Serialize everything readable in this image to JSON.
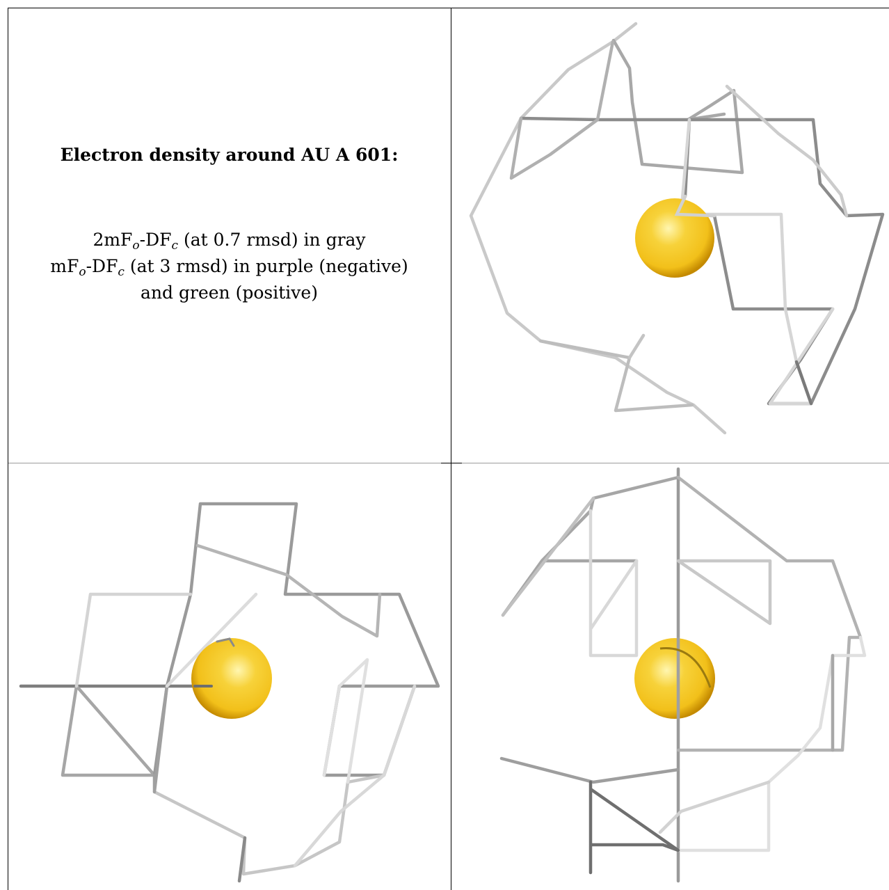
{
  "title": "Electron density around AU A 601:",
  "legend": {
    "line1": {
      "pre": "2mF",
      "sub1": "o",
      "mid": "-DF",
      "sub2": "c",
      "post": " (at 0.7 rmsd) in gray"
    },
    "line2": {
      "pre": "mF",
      "sub1": "o",
      "mid": "-DF",
      "sub2": "c",
      "post": " (at 3 rmsd) in purple (negative)"
    },
    "line3": "and green (positive)"
  },
  "colors": {
    "atom": "#f2c01a",
    "atom_highlight": "#fff6b0",
    "atom_shadow": "#c48a00",
    "mesh_light": "#e2e2e2",
    "mesh_mid": "#b8b8b8",
    "mesh_dark": "#6e6e6e"
  },
  "panels": [
    {
      "id": "view-top-right",
      "atom": "AU"
    },
    {
      "id": "view-bottom-left",
      "atom": "AU"
    },
    {
      "id": "view-bottom-right",
      "atom": "AU"
    }
  ]
}
